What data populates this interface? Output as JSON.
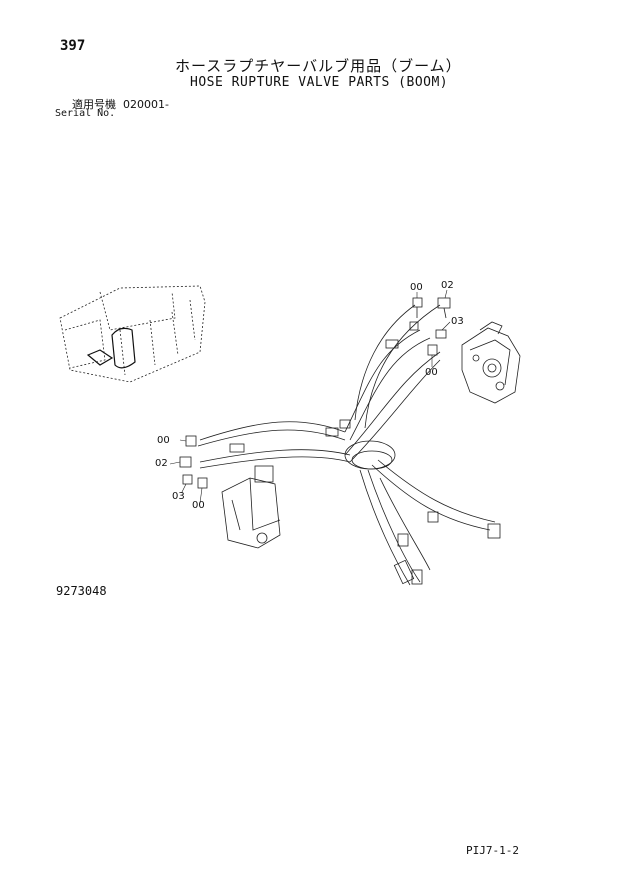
{
  "page_number": "397",
  "title_jp": "ホースラプチヤーバルブ用品（ブーム）",
  "title_en": "HOSE RUPTURE VALVE PARTS (BOOM)",
  "serial_label_jp": "適用号機",
  "serial_value": "020001-",
  "serial_label_en": "Serial No.",
  "figure_number": "9273048",
  "page_code": "PIJ7-1-2",
  "callouts": {
    "right_00_top": "00",
    "right_02": "02",
    "right_03": "03",
    "right_00_bottom": "00",
    "left_00_top": "00",
    "left_02": "02",
    "left_03": "03",
    "left_00_bottom": "00"
  }
}
